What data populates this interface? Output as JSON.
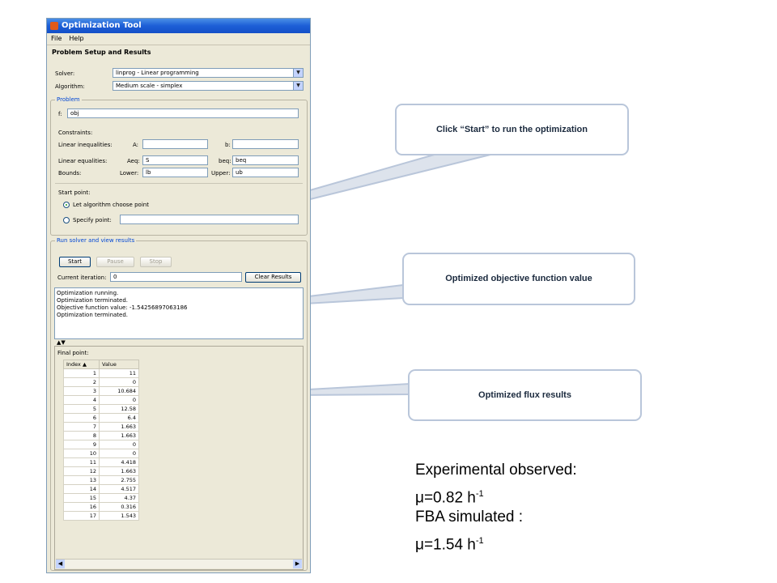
{
  "window": {
    "title": "Optimization Tool",
    "menu": [
      "File",
      "Help"
    ]
  },
  "setup": {
    "heading": "Problem Setup and Results",
    "solver_label": "Solver:",
    "solver_value": "linprog - Linear programming",
    "algorithm_label": "Algorithm:",
    "algorithm_value": "Medium scale - simplex"
  },
  "problem": {
    "group_title": "Problem",
    "f_label": "f:",
    "f_value": "obj",
    "constraints_label": "Constraints:",
    "linear_inequalities_label": "Linear inequalities:",
    "a_label": "A:",
    "a_value": "",
    "b_label": "b:",
    "b_value": "",
    "linear_equalities_label": "Linear equalities:",
    "aeq_label": "Aeq:",
    "aeq_value": "S",
    "beq_label": "beq:",
    "beq_value": "beq",
    "bounds_label": "Bounds:",
    "lower_label": "Lower:",
    "lower_value": "lb",
    "upper_label": "Upper:",
    "upper_value": "ub",
    "start_point_label": "Start point:",
    "radio_choose_label": "Let algorithm choose point",
    "radio_specify_label": "Specify point:",
    "specify_value": ""
  },
  "run": {
    "group_title": "Run solver and view results",
    "start_label": "Start",
    "pause_label": "Pause",
    "stop_label": "Stop",
    "iteration_label": "Current iteration:",
    "iteration_value": "0",
    "clear_label": "Clear Results",
    "log": [
      "Optimization running.",
      "Optimization terminated.",
      "Objective function value: -1.54256897063186",
      "Optimization terminated."
    ]
  },
  "final_point": {
    "label": "Final point:",
    "headers": [
      "Index ▲",
      "Value"
    ],
    "rows": [
      [
        "1",
        "11"
      ],
      [
        "2",
        "0"
      ],
      [
        "3",
        "10.684"
      ],
      [
        "4",
        "0"
      ],
      [
        "5",
        "12.58"
      ],
      [
        "6",
        "6.4"
      ],
      [
        "7",
        "1.663"
      ],
      [
        "8",
        "1.663"
      ],
      [
        "9",
        "0"
      ],
      [
        "10",
        "0"
      ],
      [
        "11",
        "4.418"
      ],
      [
        "12",
        "1.663"
      ],
      [
        "13",
        "2.755"
      ],
      [
        "14",
        "4.517"
      ],
      [
        "15",
        "4.37"
      ],
      [
        "16",
        "0.316"
      ],
      [
        "17",
        "1.543"
      ]
    ]
  },
  "callouts": {
    "start": "Click “Start” to run the optimization",
    "objective": "Optimized objective function value",
    "flux": "Optimized flux results"
  },
  "notes": {
    "exp_label": "Experimental observed:",
    "exp_mu": "μ=0.82 h",
    "exp_exp": "-1",
    "fba_label": "FBA simulated :",
    "fba_mu": "μ=1.54 h",
    "fba_exp": "-1"
  },
  "colors": {
    "titlebar": "#1d5ed6",
    "window_bg": "#ece9d8",
    "callout_border": "#b9c6da",
    "pointer_line": "#b9c6da"
  }
}
